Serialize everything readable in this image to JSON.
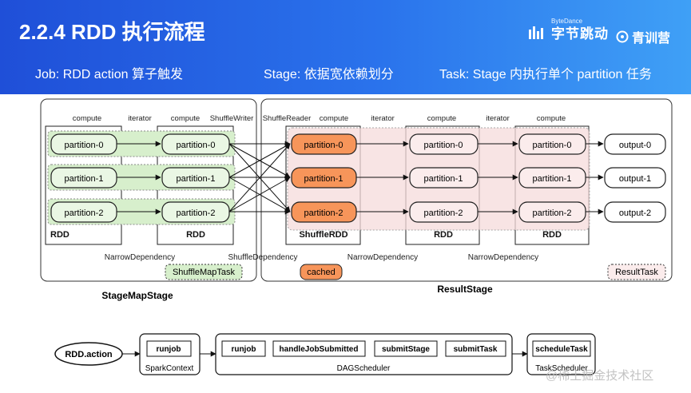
{
  "slide": {
    "title": "2.2.4 RDD 执行流程",
    "brand_bytedance_small": "ByteDance",
    "brand_bytedance": "字节跳动",
    "brand_camp": "青训营",
    "job_text": "Job: RDD action 算子触发",
    "stage_text": "Stage: 依据宽依赖划分",
    "task_text": "Task: Stage 内执行单个 partition 任务",
    "watermark": "@稀土掘金技术社区"
  },
  "diagram": {
    "labels": {
      "compute": "compute",
      "iterator": "iterator",
      "shuffle_writer": "ShuffleWriter",
      "shuffle_reader": "ShuffleReader",
      "rdd": "RDD",
      "shuffle_rdd": "ShuffleRDD",
      "narrow_dependency": "NarrowDependency",
      "shuffle_dependency": "ShuffleDependency",
      "shuffle_map_task": "ShuffleMapTask",
      "result_task": "ResultTask",
      "cached": "cached",
      "stage_map_stage": "StageMapStage",
      "result_stage": "ResultStage"
    },
    "partitions": [
      "partition-0",
      "partition-1",
      "partition-2"
    ],
    "outputs": [
      "output-0",
      "output-1",
      "output-2"
    ],
    "colors": {
      "green_fill": "#eaf7e4",
      "green_band": "#d7efcc",
      "orange_fill": "#f7955a",
      "pink_fill": "#fbecec",
      "pink_band": "#f6dcdc",
      "cached_fill": "#f7955a"
    }
  },
  "flow": {
    "rdd_action": "RDD.action",
    "runjob": "runjob",
    "spark_context": "SparkContext",
    "handle_job_submitted": "handleJobSubmitted",
    "submit_stage": "submitStage",
    "submit_task": "submitTask",
    "dag_scheduler": "DAGScheduler",
    "schedule_task": "scheduleTask",
    "task_scheduler": "TaskScheduler"
  }
}
